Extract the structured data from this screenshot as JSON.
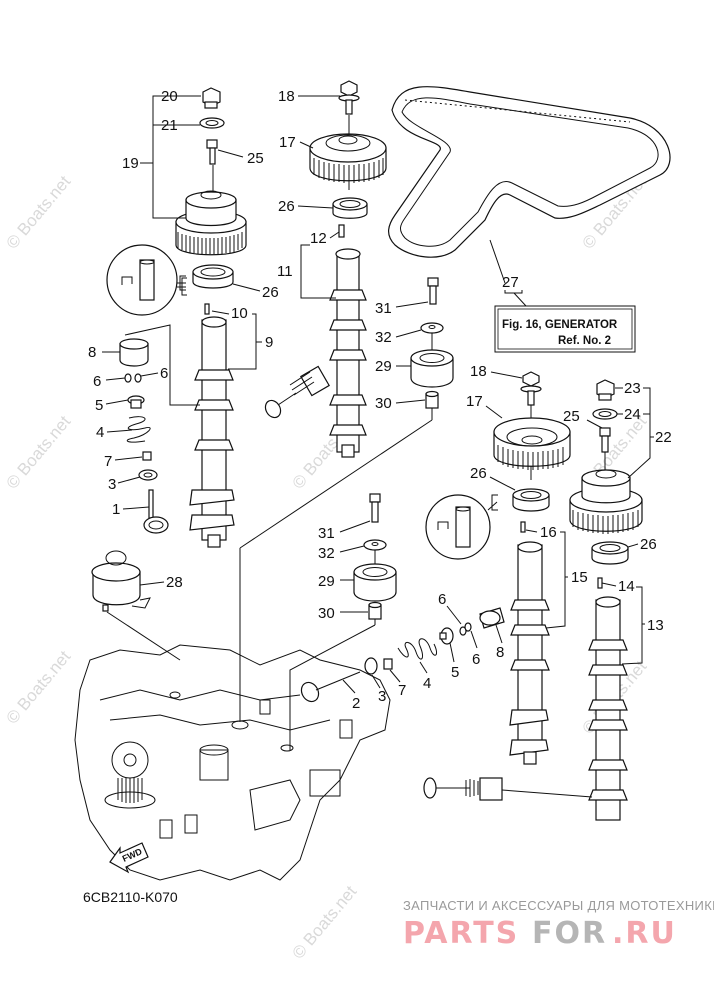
{
  "diagram": {
    "title_code": "6CB2110-K070",
    "fwd_label": "FWD",
    "reference_box": {
      "line1": "Fig. 16, GENERATOR",
      "line2": "Ref. No. 2"
    },
    "watermark": "© Boats.net",
    "promo": {
      "tagline": "ЗАПЧАСТИ И АКСЕССУАРЫ ДЛЯ МОТОТЕХНИКИ",
      "brand_part1": "PARTS",
      "brand_part2": "FOR",
      "brand_part3": ".RU",
      "brand_color_primary": "#f4a6ad",
      "brand_color_secondary": "#b5b5b5"
    },
    "callouts": [
      {
        "id": "c20",
        "text": "20"
      },
      {
        "id": "c21",
        "text": "21"
      },
      {
        "id": "c19",
        "text": "19"
      },
      {
        "id": "c25a",
        "text": "25"
      },
      {
        "id": "c26a",
        "text": "26"
      },
      {
        "id": "c18a",
        "text": "18"
      },
      {
        "id": "c17a",
        "text": "17"
      },
      {
        "id": "c26b",
        "text": "26"
      },
      {
        "id": "c12",
        "text": "12"
      },
      {
        "id": "c11",
        "text": "11"
      },
      {
        "id": "c27",
        "text": "27"
      },
      {
        "id": "c31a",
        "text": "31"
      },
      {
        "id": "c32a",
        "text": "32"
      },
      {
        "id": "c29a",
        "text": "29"
      },
      {
        "id": "c30a",
        "text": "30"
      },
      {
        "id": "c10",
        "text": "10"
      },
      {
        "id": "c9",
        "text": "9"
      },
      {
        "id": "c8a",
        "text": "8"
      },
      {
        "id": "c6a",
        "text": "6"
      },
      {
        "id": "c6b",
        "text": "6"
      },
      {
        "id": "c5a",
        "text": "5"
      },
      {
        "id": "c4a",
        "text": "4"
      },
      {
        "id": "c7a",
        "text": "7"
      },
      {
        "id": "c3a",
        "text": "3"
      },
      {
        "id": "c1",
        "text": "1"
      },
      {
        "id": "c18b",
        "text": "18"
      },
      {
        "id": "c17b",
        "text": "17"
      },
      {
        "id": "c23",
        "text": "23"
      },
      {
        "id": "c24",
        "text": "24"
      },
      {
        "id": "c25b",
        "text": "25"
      },
      {
        "id": "c22",
        "text": "22"
      },
      {
        "id": "c26c",
        "text": "26"
      },
      {
        "id": "c16",
        "text": "16"
      },
      {
        "id": "c15",
        "text": "15"
      },
      {
        "id": "c26d",
        "text": "26"
      },
      {
        "id": "c14",
        "text": "14"
      },
      {
        "id": "c13",
        "text": "13"
      },
      {
        "id": "c28",
        "text": "28"
      },
      {
        "id": "c31b",
        "text": "31"
      },
      {
        "id": "c32b",
        "text": "32"
      },
      {
        "id": "c29b",
        "text": "29"
      },
      {
        "id": "c30b",
        "text": "30"
      },
      {
        "id": "c6c",
        "text": "6"
      },
      {
        "id": "c6d",
        "text": "6"
      },
      {
        "id": "c8b",
        "text": "8"
      },
      {
        "id": "c5b",
        "text": "5"
      },
      {
        "id": "c4b",
        "text": "4"
      },
      {
        "id": "c7b",
        "text": "7"
      },
      {
        "id": "c3b",
        "text": "3"
      },
      {
        "id": "c2",
        "text": "2"
      }
    ]
  }
}
